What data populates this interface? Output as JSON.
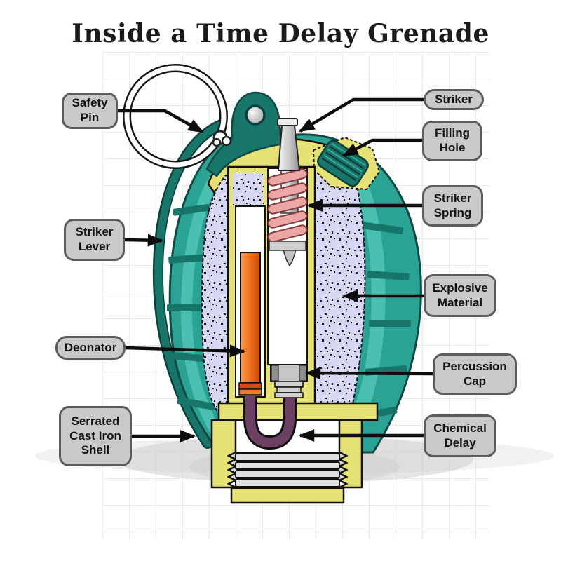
{
  "title": "Inside a Time Delay Grenade",
  "labels": [
    {
      "id": "safety-pin",
      "text": "Safety Pin"
    },
    {
      "id": "striker",
      "text": "Striker"
    },
    {
      "id": "filling-hole",
      "text": "Filling Hole"
    },
    {
      "id": "striker-spring",
      "text": "Striker Spring"
    },
    {
      "id": "striker-lever",
      "text": "Striker Lever"
    },
    {
      "id": "explosive-material",
      "text": "Explosive Material"
    },
    {
      "id": "deonator",
      "text": "Deonator"
    },
    {
      "id": "percussion-cap",
      "text": "Percussion Cap"
    },
    {
      "id": "serrated-cast-iron-shell",
      "text": "Serrated Cast Iron Shell"
    },
    {
      "id": "chemical-delay",
      "text": "Chemical Delay"
    }
  ],
  "diagram_parts": [
    "pull-ring",
    "safety-pin-knot",
    "top-lug",
    "striker-pin",
    "striker-spring-coil",
    "filling-hole-plug",
    "cast-iron-shell",
    "striker-lever-band",
    "explosive-material-fill",
    "detonator-tube",
    "percussion-cap-block",
    "chemical-delay-u-tube",
    "threaded-base"
  ],
  "colors": {
    "background": "#ffffff",
    "grid": "#e7e7e7",
    "title_text": "#1b1b1b",
    "label_fill": "#c9c9c9",
    "label_border": "#5c5c5c",
    "label_text": "#141414",
    "arrow": "#0d0d0d",
    "shell_teal": "#2aa394",
    "shell_teal_light": "#4cc3b2",
    "shell_teal_dark": "#17756a",
    "shell_outline": "#0e4a43",
    "lining_yellow": "#e6e174",
    "explosive_lavender": "#d8d7f3",
    "speckle": "#17171f",
    "spring_pink": "#eba7a4",
    "spring_outline": "#8a3d3d",
    "detonator_orange": "#ef6d1e",
    "chemical_plum": "#6d3f62",
    "metal_light": "#f0f0f0",
    "metal_dark": "#8f8f8f",
    "shadow": "#cccccc"
  }
}
